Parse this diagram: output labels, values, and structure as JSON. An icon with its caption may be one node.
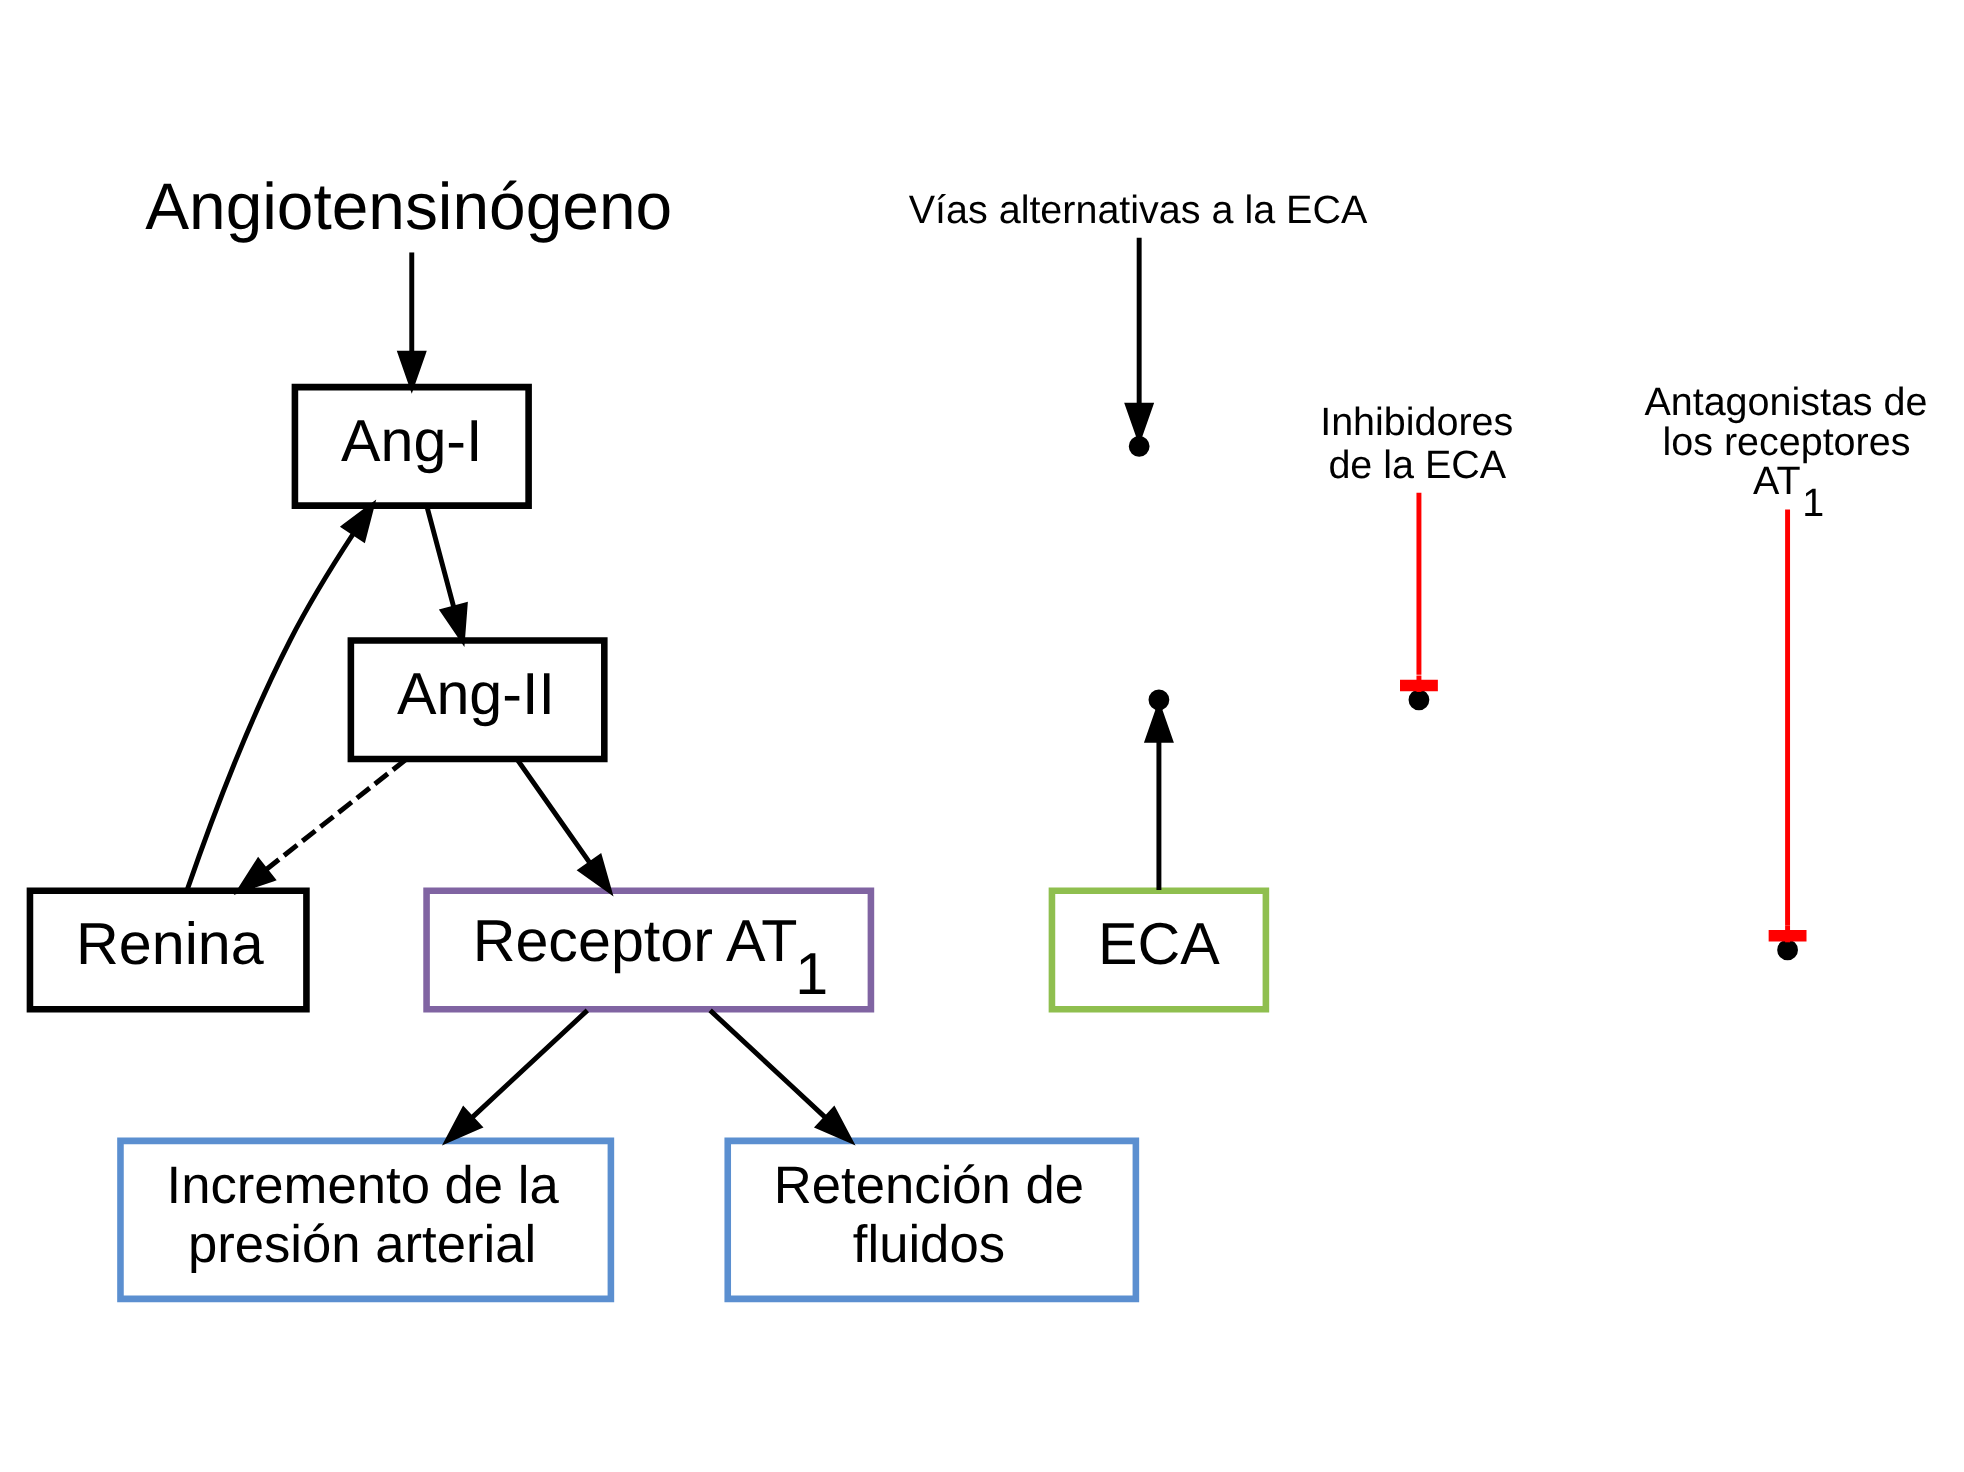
{
  "diagram": {
    "nodes": [
      {
        "text": [
          "Angiotensinógeno"
        ]
      },
      {
        "text": [
          "Ang-I"
        ]
      },
      {
        "text": [
          "Renina"
        ]
      },
      {
        "text": [
          "ECA"
        ]
      },
      {
        "text": [
          "Ang-II"
        ]
      },
      {
        "text": [
          "Receptor AT$_{1}$"
        ]
      },
      {
        "text": [
          "Incremento de la presión arterial"
        ]
      },
      {
        "text": [
          "Retención de fluidos"
        ]
      },
      {
        "text": [
          "Vías alternativas a la ECA"
        ]
      },
      {
        "text": [
          "Inhibidores de la ECA"
        ]
      },
      {
        "text": [
          "Antagonistas de los receptores AT$_{1}$"
        ]
      }
    ],
    "edges": [
      {
        "from": 0,
        "to": 1,
        "arrow": "to"
      },
      {
        "from": 2,
        "to": 1,
        "arrow": "to"
      },
      {
        "from": 1,
        "to": 4,
        "arrow": "to"
      },
      {
        "from": 3,
        "to": null,
        "arrow": "to"
      },
      {
        "from": 4,
        "to": 2,
        "arrow": "to",
        "style": "dashed"
      },
      {
        "from": 4,
        "to": 5,
        "arrow": "to"
      },
      {
        "from": 5,
        "to": 6,
        "arrow": "to"
      },
      {
        "from": 5,
        "to": 7,
        "arrow": "to"
      },
      {
        "from": 8,
        "to": null,
        "arrow": "to"
      },
      {
        "from": 9,
        "to": null,
        "arrow": "other",
        "color": "#ff0000"
      },
      {
        "from": 10,
        "to": null,
        "arrow": "other",
        "color": "#ff0000"
      }
    ]
  }
}
